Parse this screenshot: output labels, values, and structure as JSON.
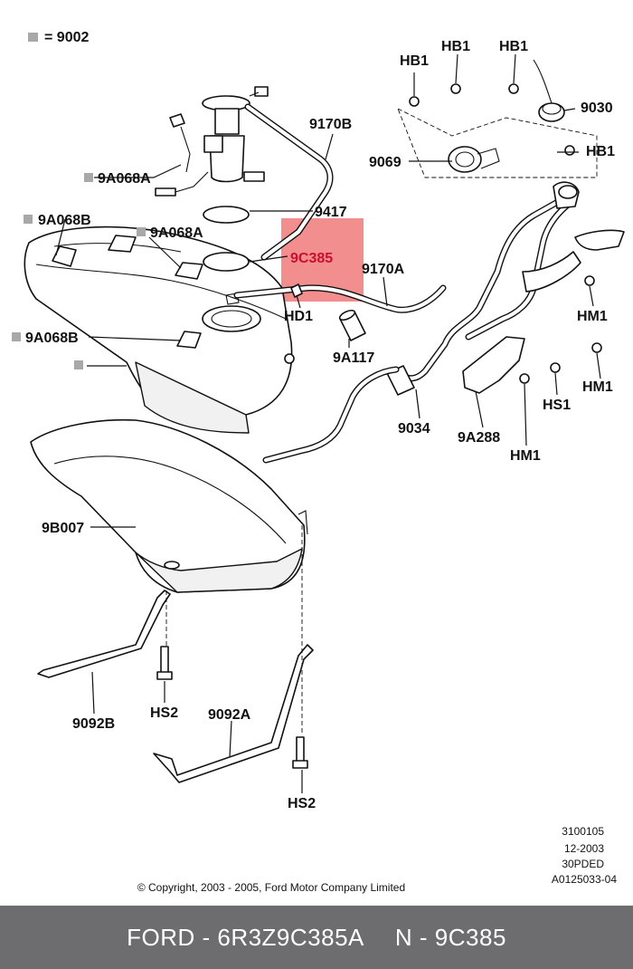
{
  "legend": {
    "swatch_color": "#a8a8a8",
    "text": "= 9002"
  },
  "highlight": {
    "color": "#f07a7a",
    "label": "9C385"
  },
  "labels": {
    "hb1_a": "HB1",
    "hb1_b": "HB1",
    "hb1_c": "HB1",
    "hb1_d": "HB1",
    "p9030": "9030",
    "p9069": "9069",
    "p9170b": "9170B",
    "p9a068a_1": "9A068A",
    "p9a068a_2": "9A068A",
    "p9a068b_1": "9A068B",
    "p9a068b_2": "9A068B",
    "p9417": "9417",
    "p9170a": "9170A",
    "hd1": "HD1",
    "p9a117": "9A117",
    "hm1_a": "HM1",
    "hm1_b": "HM1",
    "hm1_c": "HM1",
    "hs1": "HS1",
    "p9034": "9034",
    "p9a288": "9A288",
    "p9b007": "9B007",
    "p9092b": "9092B",
    "p9092a": "9092A",
    "hs2_a": "HS2",
    "hs2_b": "HS2"
  },
  "drawing_info": [
    "3100105",
    "12-2003",
    "30PDED",
    "A0125033-04"
  ],
  "copyright": "© Copyright, 2003 - 2005, Ford Motor Company Limited",
  "footer": {
    "left": "FORD - 6R3Z9C385A",
    "right": "N - 9C385"
  }
}
